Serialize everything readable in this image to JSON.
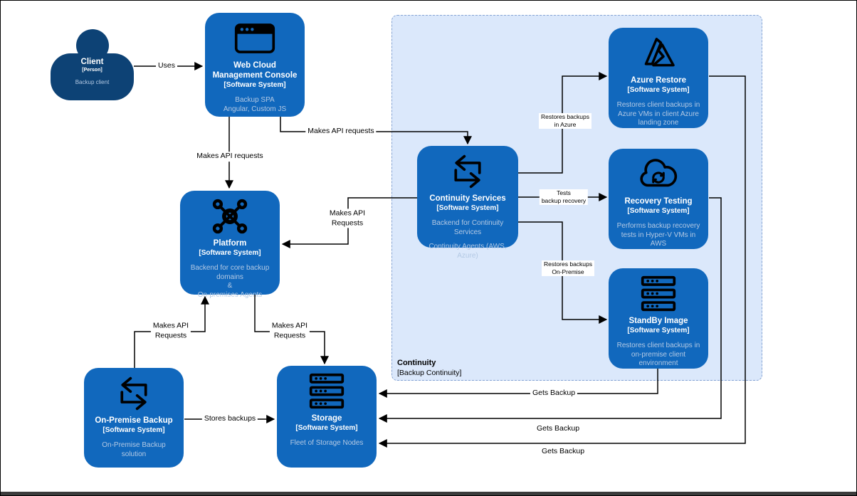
{
  "colors": {
    "system_fill": "#1168bd",
    "person_fill": "#0d4275",
    "boundary_fill": "#dbe8fb",
    "boundary_border": "#85a3d3",
    "desc_text": "#b3c9e4",
    "line": "#000000",
    "frame_bar": "#3c3c3c"
  },
  "person": {
    "name": "Client",
    "type": "[Person]",
    "description": "Backup client"
  },
  "boundary": {
    "name": "Continuity",
    "type": "[Backup Continuity]"
  },
  "nodes": {
    "console": {
      "name": "Web Cloud Management Console",
      "type": "[Software System]",
      "desc": "Backup SPA\nAngular, Custom JS",
      "icon": "browser-icon"
    },
    "platform": {
      "name": "Platform",
      "type": "[Software System]",
      "desc": "Backend for core backup domains\n&\nOn-premises Agents",
      "icon": "network-hub-icon"
    },
    "continuity_services": {
      "name": "Continuity Services",
      "type": "[Software System]",
      "desc": "Backend for Continuity Services",
      "desc2": "Continuity Agents (AWS, Azure)",
      "icon": "sync-loop-icon"
    },
    "azure_restore": {
      "name": "Azure Restore",
      "type": "[Software System]",
      "desc": "Restores client backups in Azure VMs in client Azure landing zone",
      "icon": "azure-icon"
    },
    "recovery_testing": {
      "name": "Recovery Testing",
      "type": "[Software System]",
      "desc": "Performs backup recovery tests in Hyper-V VMs in AWS",
      "icon": "cloud-sync-icon"
    },
    "standby_image": {
      "name": "StandBy Image",
      "type": "[Software System]",
      "desc": "Restores client backups in on-premise client environment",
      "icon": "server-stack-icon"
    },
    "onpremise_backup": {
      "name": "On-Premise Backup",
      "type": "[Software System]",
      "desc": "On-Premise Backup solution",
      "icon": "sync-loop-icon"
    },
    "storage": {
      "name": "Storage",
      "type": "[Software System]",
      "desc": "Fleet of Storage Nodes",
      "icon": "server-stack-icon"
    }
  },
  "edges": {
    "uses": "Uses",
    "console_platform": "Makes API requests",
    "console_continuity": "Makes API requests",
    "continuity_platform": "Makes API\nRequests",
    "restores_azure": "Restores backups\nin Azure",
    "tests_recovery": "Tests\nbackup recovery",
    "restores_onpremise": "Restores backups\nOn-Premise",
    "onprem_platform": "Makes API\nRequests",
    "platform_storage": "Makes API\nRequests",
    "stores_backups": "Stores backups",
    "gets_backup_1": "Gets Backup",
    "gets_backup_2": "Gets Backup",
    "gets_backup_3": "Gets Backup"
  }
}
